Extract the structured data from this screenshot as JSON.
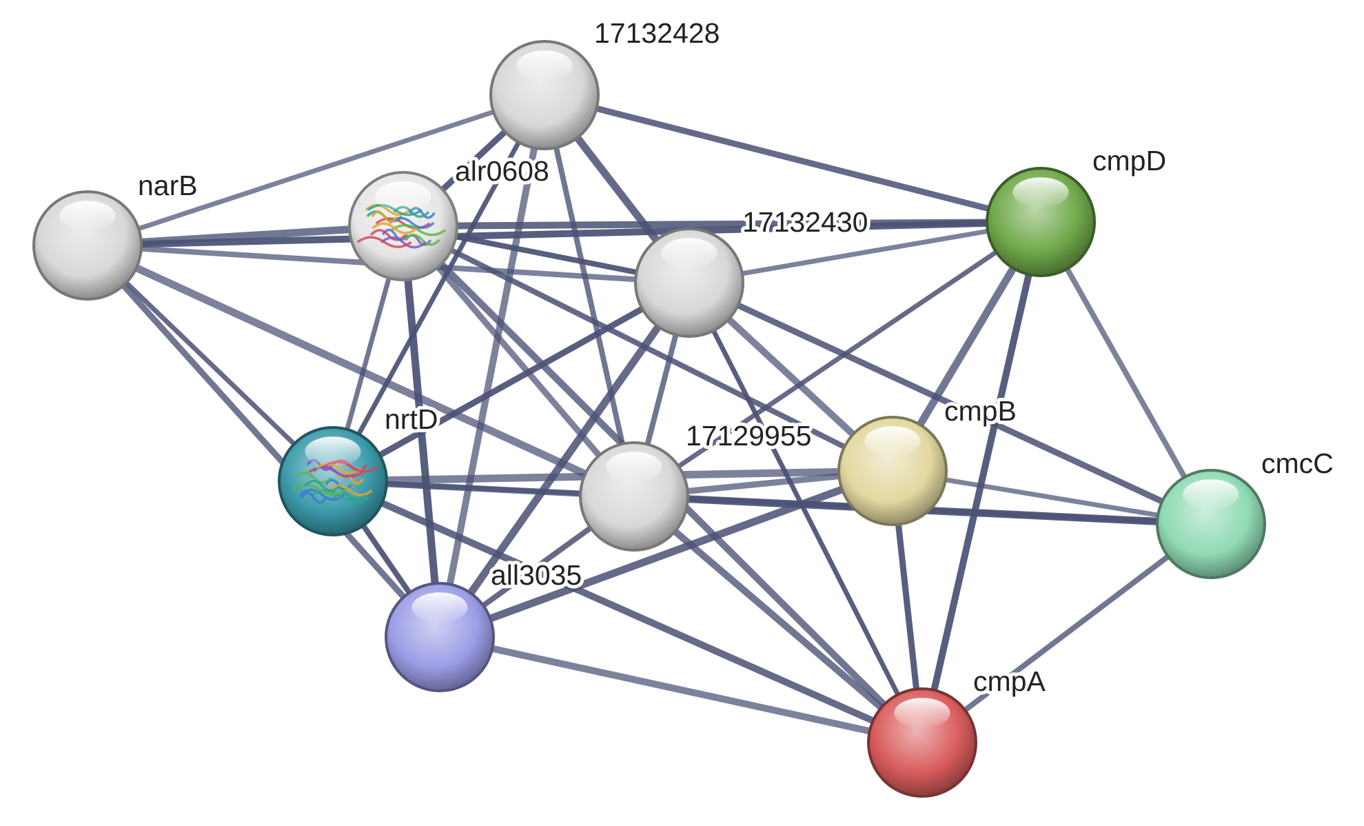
{
  "network": {
    "edge_color": "#4a5275",
    "nodes": [
      {
        "id": "17132428",
        "label": "17132428",
        "color": "#d8d8d8",
        "structure": false
      },
      {
        "id": "narB",
        "label": "narB",
        "color": "#d8d8d8",
        "structure": false
      },
      {
        "id": "alr0608",
        "label": "alr0608",
        "color": "#e6e6e6",
        "structure": true
      },
      {
        "id": "17132430",
        "label": "17132430",
        "color": "#d8d8d8",
        "structure": false
      },
      {
        "id": "cmpD",
        "label": "cmpD",
        "color": "#6fa84a",
        "structure": false
      },
      {
        "id": "nrtD",
        "label": "nrtD",
        "color": "#3b9aaa",
        "structure": true
      },
      {
        "id": "17129955",
        "label": "17129955",
        "color": "#d8d8d8",
        "structure": false
      },
      {
        "id": "cmpB",
        "label": "cmpB",
        "color": "#e2d8a0",
        "structure": false
      },
      {
        "id": "cmcC",
        "label": "cmcC",
        "color": "#8fdab3",
        "structure": false
      },
      {
        "id": "all3035",
        "label": "all3035",
        "color": "#9b9de6",
        "structure": false
      },
      {
        "id": "cmpA",
        "label": "cmpA",
        "color": "#d95c5c",
        "structure": false
      }
    ],
    "edges": [
      [
        "17132428",
        "narB"
      ],
      [
        "17132428",
        "alr0608"
      ],
      [
        "17132428",
        "17132430"
      ],
      [
        "17132428",
        "17129955"
      ],
      [
        "17132428",
        "all3035"
      ],
      [
        "17132428",
        "nrtD"
      ],
      [
        "17132428",
        "cmpD"
      ],
      [
        "narB",
        "alr0608"
      ],
      [
        "narB",
        "17132430"
      ],
      [
        "narB",
        "cmpD"
      ],
      [
        "narB",
        "nrtD"
      ],
      [
        "narB",
        "all3035"
      ],
      [
        "narB",
        "17129955"
      ],
      [
        "alr0608",
        "17132430"
      ],
      [
        "alr0608",
        "cmpD"
      ],
      [
        "alr0608",
        "nrtD"
      ],
      [
        "alr0608",
        "17129955"
      ],
      [
        "alr0608",
        "all3035"
      ],
      [
        "alr0608",
        "cmpB"
      ],
      [
        "alr0608",
        "cmpA"
      ],
      [
        "17132430",
        "cmpD"
      ],
      [
        "17132430",
        "nrtD"
      ],
      [
        "17132430",
        "all3035"
      ],
      [
        "17132430",
        "17129955"
      ],
      [
        "17132430",
        "cmpB"
      ],
      [
        "17132430",
        "cmpA"
      ],
      [
        "17132430",
        "cmcC"
      ],
      [
        "cmpD",
        "cmpB"
      ],
      [
        "cmpD",
        "cmcC"
      ],
      [
        "cmpD",
        "cmpA"
      ],
      [
        "cmpD",
        "17129955"
      ],
      [
        "nrtD",
        "17129955"
      ],
      [
        "nrtD",
        "cmpB"
      ],
      [
        "nrtD",
        "all3035"
      ],
      [
        "nrtD",
        "cmpA"
      ],
      [
        "nrtD",
        "cmcC"
      ],
      [
        "17129955",
        "cmpB"
      ],
      [
        "17129955",
        "cmcC"
      ],
      [
        "17129955",
        "all3035"
      ],
      [
        "17129955",
        "cmpA"
      ],
      [
        "cmpB",
        "cmcC"
      ],
      [
        "cmpB",
        "cmpA"
      ],
      [
        "cmpB",
        "all3035"
      ],
      [
        "cmcC",
        "cmpA"
      ],
      [
        "all3035",
        "cmpA"
      ]
    ]
  }
}
